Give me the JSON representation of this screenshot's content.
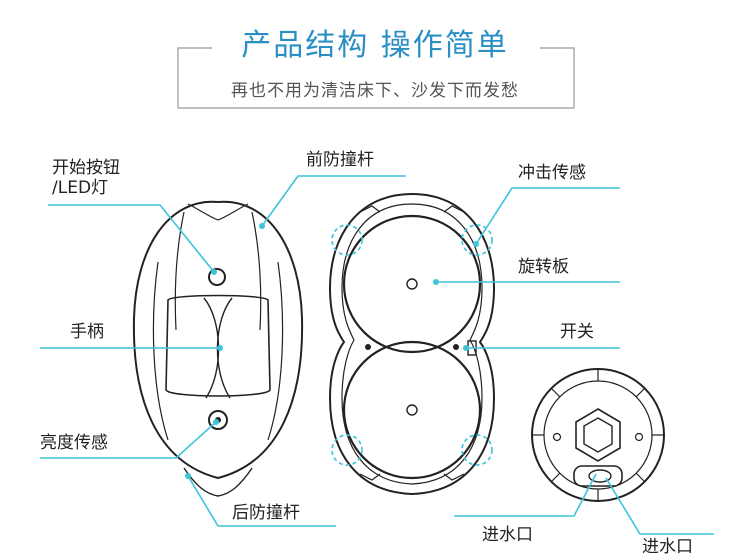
{
  "title": {
    "main": "产品结构 操作简单",
    "sub": "再也不用为清洁床下、沙发下而发愁"
  },
  "labels": {
    "start_button_line1": "开始按钮",
    "start_button_line2": "/LED灯",
    "handle": "手柄",
    "brightness_sensor": "亮度传感",
    "rear_bumper": "后防撞杆",
    "front_bumper": "前防撞杆",
    "impact_sensor": "冲击传感",
    "rotating_plate": "旋转板",
    "switch": "开关",
    "water_inlet_1": "进水口",
    "water_inlet_2": "进水口"
  },
  "colors": {
    "accent": "#3cc4d8",
    "title": "#2a8fc2",
    "outline": "#222222",
    "frame": "#999999"
  }
}
